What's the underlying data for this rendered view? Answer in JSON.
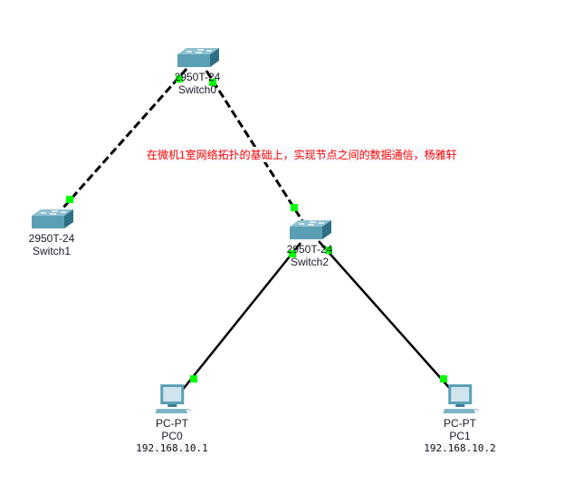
{
  "note": "在微机1室网络拓扑的基础上，实现节点之间的数据通信，杨雅轩",
  "devices": {
    "switch0": {
      "model": "2950T-24",
      "name": "Switch0"
    },
    "switch1": {
      "model": "2950T-24",
      "name": "Switch1"
    },
    "switch2": {
      "model": "2950T-24",
      "name": "Switch2"
    },
    "pc0": {
      "model": "PC-PT",
      "name": "PC0",
      "ip": "192.168.10.1"
    },
    "pc1": {
      "model": "PC-PT",
      "name": "PC1",
      "ip": "192.168.10.2"
    }
  },
  "colors": {
    "link": "#000000",
    "port_up": "#00ff00",
    "note": "#ff0000",
    "switch": "#5b9fb4"
  }
}
